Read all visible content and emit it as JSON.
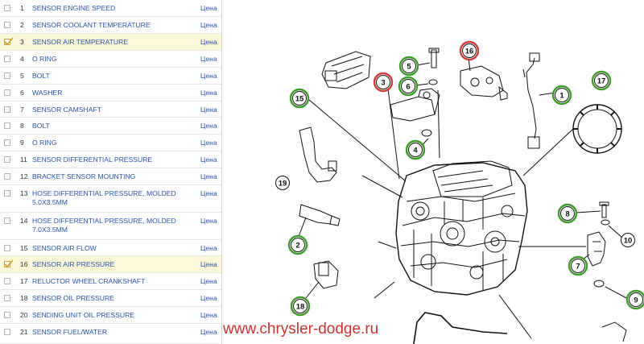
{
  "parts": [
    {
      "num": "1",
      "name": "SENSOR ENGINE SPEED",
      "price": "Цена",
      "selected": false
    },
    {
      "num": "2",
      "name": "SENSOR COOLANT TEMPERATURE",
      "price": "Цена",
      "selected": false
    },
    {
      "num": "3",
      "name": "SENSOR AIR TEMPERATURE",
      "price": "Цена",
      "selected": true
    },
    {
      "num": "4",
      "name": "O RING",
      "price": "Цена",
      "selected": false
    },
    {
      "num": "5",
      "name": "BOLT",
      "price": "Цена",
      "selected": false
    },
    {
      "num": "6",
      "name": "WASHER",
      "price": "Цена",
      "selected": false
    },
    {
      "num": "7",
      "name": "SENSOR CAMSHAFT",
      "price": "Цена",
      "selected": false
    },
    {
      "num": "8",
      "name": "BOLT",
      "price": "Цена",
      "selected": false
    },
    {
      "num": "9",
      "name": "O RING",
      "price": "Цена",
      "selected": false
    },
    {
      "num": "11",
      "name": "SENSOR DIFFERENTIAL PRESSURE",
      "price": "Цена",
      "selected": false
    },
    {
      "num": "12",
      "name": "BRACKET SENSOR MOUNTING",
      "price": "Цена",
      "selected": false
    },
    {
      "num": "13",
      "name": "HOSE DIFFERENTIAL PRESSURE, MOLDED 5.0X3.5MM",
      "price": "Цена",
      "selected": false
    },
    {
      "num": "14",
      "name": "HOSE DIFFERENTIAL PRESSURE, MOLDED 7.0X3.5MM",
      "price": "Цена",
      "selected": false
    },
    {
      "num": "15",
      "name": "SENSOR AIR FLOW",
      "price": "Цена",
      "selected": false
    },
    {
      "num": "16",
      "name": "SENSOR AIR PRESSURE",
      "price": "Цена",
      "selected": true
    },
    {
      "num": "17",
      "name": "RELUCTOR WHEEL CRANKSHAFT",
      "price": "Цена",
      "selected": false
    },
    {
      "num": "18",
      "name": "SENSOR OIL PRESSURE",
      "price": "Цена",
      "selected": false
    },
    {
      "num": "20",
      "name": "SENDING UNIT OIL PRESSURE",
      "price": "Цена",
      "selected": false
    },
    {
      "num": "21",
      "name": "SENSOR FUEL/WATER",
      "price": "Цена",
      "selected": false
    }
  ],
  "callouts": [
    {
      "label": "1",
      "state": "normal"
    },
    {
      "label": "2",
      "state": "normal"
    },
    {
      "label": "3",
      "state": "selected"
    },
    {
      "label": "4",
      "state": "normal"
    },
    {
      "label": "5",
      "state": "normal"
    },
    {
      "label": "6",
      "state": "normal"
    },
    {
      "label": "7",
      "state": "normal"
    },
    {
      "label": "8",
      "state": "normal"
    },
    {
      "label": "9",
      "state": "normal"
    },
    {
      "label": "10",
      "state": "plain"
    },
    {
      "label": "15",
      "state": "normal"
    },
    {
      "label": "16",
      "state": "selected"
    },
    {
      "label": "17",
      "state": "normal"
    },
    {
      "label": "18",
      "state": "normal"
    },
    {
      "label": "19",
      "state": "plain"
    }
  ],
  "colors": {
    "callout_green": "#3f9a2c",
    "callout_red": "#d23a3a",
    "row_selected": "#fbf8d8",
    "link_blue": "#2b52a8",
    "watermark_red": "#cc3333"
  },
  "watermark": "www.chrysler-dodge.ru"
}
